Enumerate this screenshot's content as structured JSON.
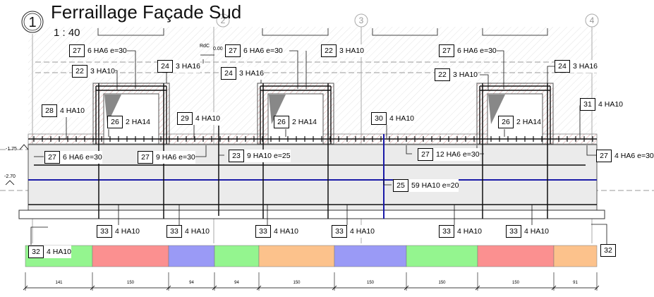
{
  "title": "Ferraillage Façade Sud",
  "scale": "1 : 40",
  "grids": [
    "1",
    "2",
    "3",
    "4"
  ],
  "levels": {
    "rdc": "RdC",
    "rdc_value": "0.00",
    "low1": "-1.75",
    "low2": "-2.70"
  },
  "tags": [
    {
      "n": "27",
      "t": "6 HA6  e=30"
    },
    {
      "n": "22",
      "t": "3 HA10"
    },
    {
      "n": "24",
      "t": "3 HA16"
    },
    {
      "n": "27",
      "t": "6 HA6  e=30"
    },
    {
      "n": "22",
      "t": "3 HA10"
    },
    {
      "n": "24",
      "t": "3 HA16"
    },
    {
      "n": "27",
      "t": "6 HA6  e=30"
    },
    {
      "n": "22",
      "t": "3 HA10"
    },
    {
      "n": "24",
      "t": "3 HA16"
    },
    {
      "n": "28",
      "t": "4 HA10"
    },
    {
      "n": "26",
      "t": "2 HA14"
    },
    {
      "n": "29",
      "t": "4 HA10"
    },
    {
      "n": "26",
      "t": "2 HA14"
    },
    {
      "n": "30",
      "t": "4 HA10"
    },
    {
      "n": "26",
      "t": "2 HA14"
    },
    {
      "n": "31",
      "t": "4 HA10"
    },
    {
      "n": "27",
      "t": "6 HA6  e=30"
    },
    {
      "n": "27",
      "t": "9 HA6  e=30"
    },
    {
      "n": "23",
      "t": "9 HA10  e=25"
    },
    {
      "n": "27",
      "t": "12 HA6  e=30"
    },
    {
      "n": "27",
      "t": "4 HA6  e=30"
    },
    {
      "n": "25",
      "t": "59 HA10  e=20"
    },
    {
      "n": "33",
      "t": "4 HA10"
    },
    {
      "n": "33",
      "t": "4 HA10"
    },
    {
      "n": "33",
      "t": "4 HA10"
    },
    {
      "n": "33",
      "t": "4 HA10"
    },
    {
      "n": "33",
      "t": "4 HA10"
    },
    {
      "n": "33",
      "t": "4 HA10"
    },
    {
      "n": "32",
      "t": "4 HA10"
    },
    {
      "n": "32",
      "t": ""
    }
  ],
  "bar_segments": [
    {
      "color": "#94f58f",
      "dim": "141"
    },
    {
      "color": "#fb9090",
      "dim": "150"
    },
    {
      "color": "#9a9af6",
      "dim": "94"
    },
    {
      "color": "#94f58f",
      "dim": "94"
    },
    {
      "color": "#fcc28c",
      "dim": "150"
    },
    {
      "color": "#9a9af6",
      "dim": "150"
    },
    {
      "color": "#94f58f",
      "dim": "150"
    },
    {
      "color": "#fb9090",
      "dim": "150"
    },
    {
      "color": "#fcc28c",
      "dim": "91"
    }
  ]
}
